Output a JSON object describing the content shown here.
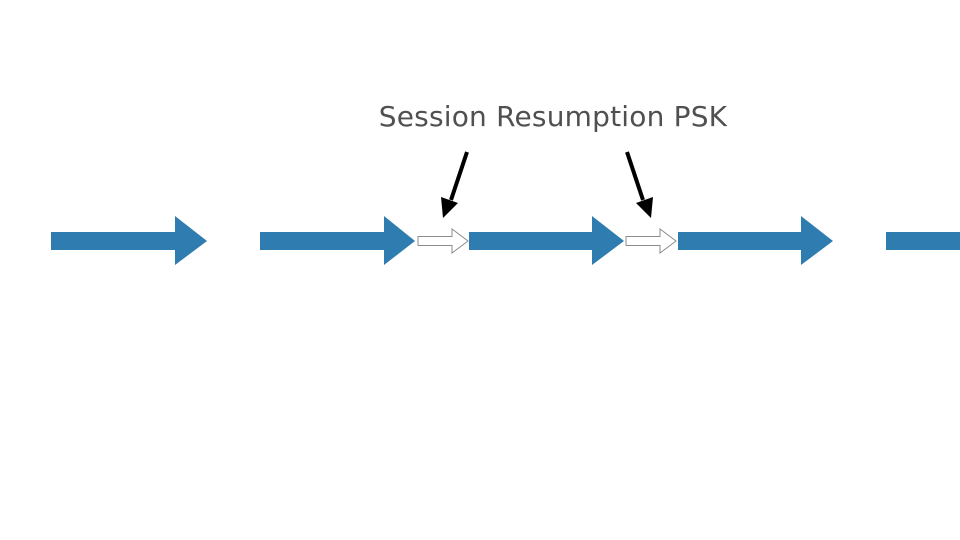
{
  "diagram": {
    "title": "Session Resumption PSK",
    "colors": {
      "session_arrow": "#2e7cb0",
      "psk_arrow_fill": "#ffffff",
      "psk_arrow_stroke": "#8c8c8c",
      "pointer": "#000000",
      "text": "#505050"
    },
    "sessions": [
      {
        "name": "session-1",
        "partial": false
      },
      {
        "name": "session-2",
        "partial": false
      },
      {
        "name": "session-3",
        "partial": false
      },
      {
        "name": "session-4",
        "partial": false
      },
      {
        "name": "session-5",
        "partial": true
      }
    ],
    "psk_links": [
      {
        "name": "psk-link-1",
        "between": [
          "session-2",
          "session-3"
        ]
      },
      {
        "name": "psk-link-2",
        "between": [
          "session-3",
          "session-4"
        ]
      }
    ]
  }
}
